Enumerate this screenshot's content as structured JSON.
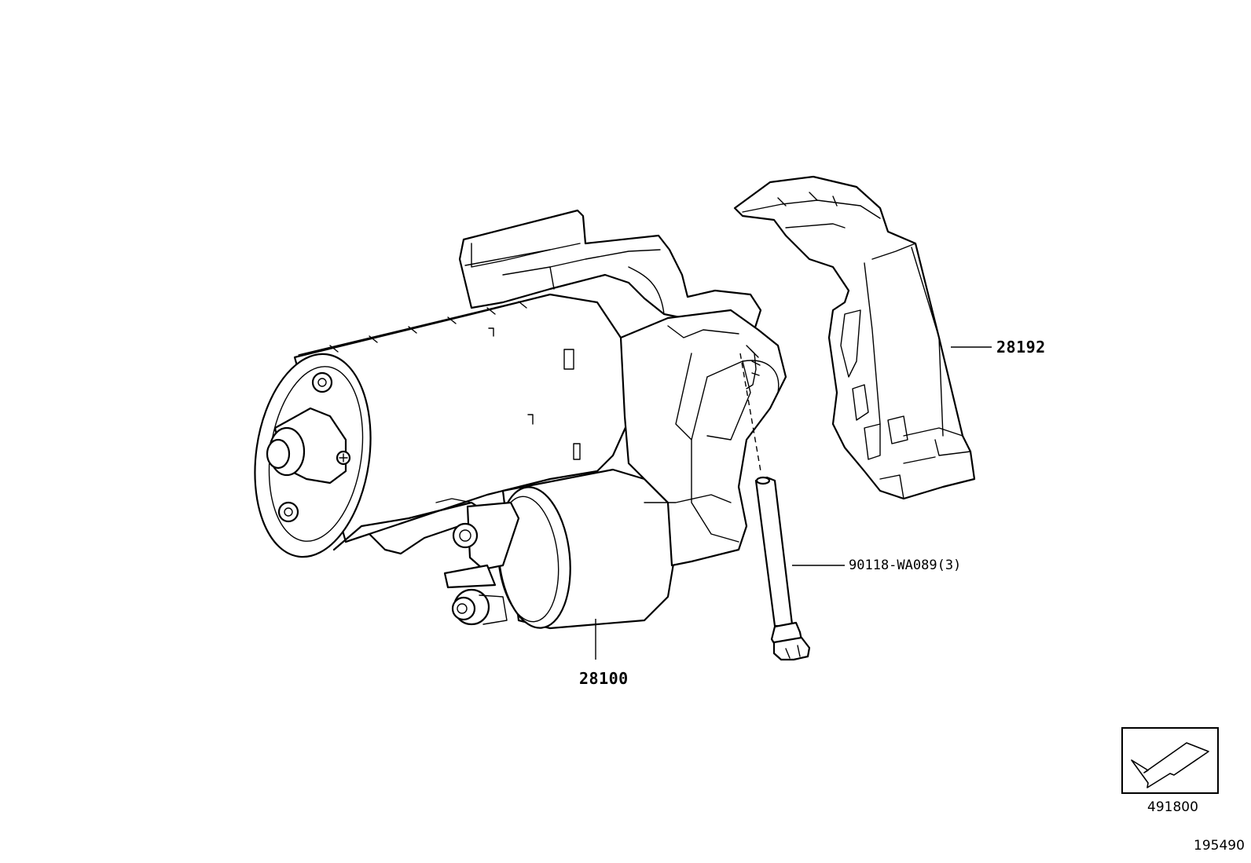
{
  "callouts": {
    "starter": "28100",
    "bracket": "28192",
    "bolt": "90118-WA089(3)"
  },
  "nav_box": {
    "ref": "491800",
    "icon": "arrow-pointer-icon"
  },
  "figure_id": "195490"
}
